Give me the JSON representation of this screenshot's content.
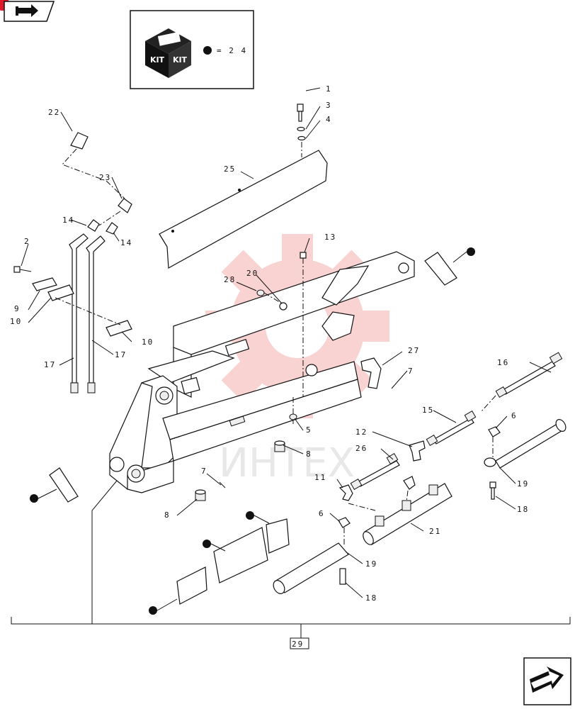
{
  "kit_box": {
    "kit_label_left": "KIT",
    "kit_label_right": "KIT",
    "equals_text": "= 2 4"
  },
  "watermark": {
    "text": "ИНТЕХ",
    "color": "#e63838"
  },
  "callouts": {
    "c1": "1",
    "c2": "2",
    "c3": "3",
    "c4": "4",
    "c5": "5",
    "c6a": "6",
    "c6b": "6",
    "c7a": "7",
    "c7b": "7",
    "c8a": "8",
    "c8b": "8",
    "c9": "9",
    "c10a": "10",
    "c10b": "10",
    "c11": "11",
    "c12": "12",
    "c13": "13",
    "c14a": "14",
    "c14b": "14",
    "c15": "15",
    "c16": "16",
    "c17a": "17",
    "c17b": "17",
    "c18a": "18",
    "c18b": "18",
    "c19a": "19",
    "c19b": "19",
    "c20": "20",
    "c21": "21",
    "c22": "22",
    "c23": "23",
    "c25": "25",
    "c26": "26",
    "c27": "27",
    "c28": "28",
    "c29": "29"
  },
  "colors": {
    "accent": "#e0192b",
    "ink": "#111111"
  },
  "icons": {
    "nav_top": "back-arrow-icon",
    "nav_bottom": "next-arrow-icon"
  }
}
